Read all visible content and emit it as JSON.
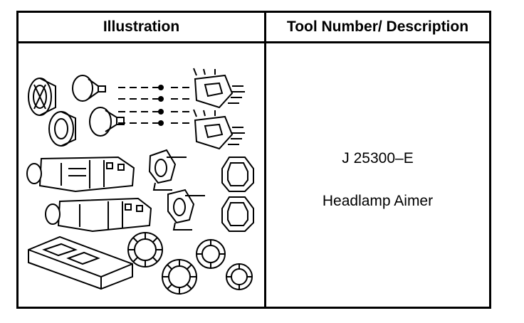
{
  "table": {
    "header_illustration": "Illustration",
    "header_tool": "Tool Number/ Description"
  },
  "tool": {
    "number": "J 25300–E",
    "description": "Headlamp Aimer"
  },
  "icons": [
    "headlamp-aimer-kit-illustration"
  ]
}
